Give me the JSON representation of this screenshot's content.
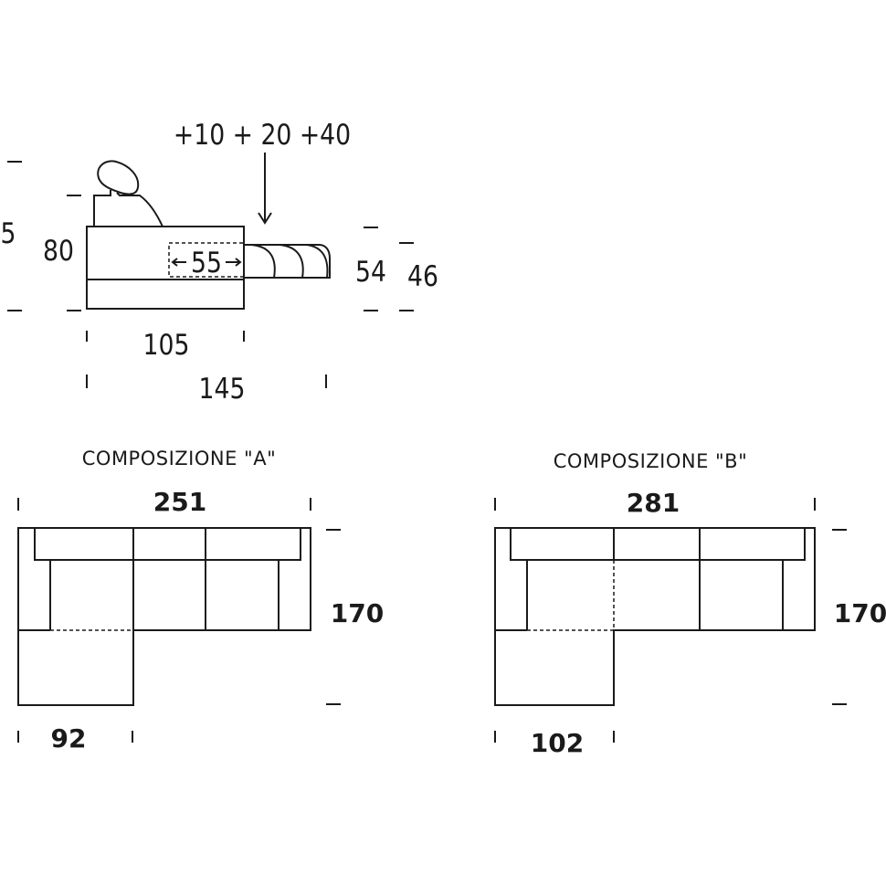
{
  "side_view": {
    "recline_label": "+10 + 20 +40",
    "total_height_partial": "5",
    "back_height": "80",
    "headrest_slide": "55",
    "seat_height": "54",
    "seat_height_alt": "46",
    "seat_depth": "105",
    "extended_depth": "145"
  },
  "composition_a": {
    "title": "COMPOSIZIONE \"A\"",
    "width": "251",
    "depth": "170",
    "chaise_width": "92"
  },
  "composition_b": {
    "title": "COMPOSIZIONE \"B\"",
    "width": "281",
    "depth": "170",
    "chaise_width": "102"
  }
}
